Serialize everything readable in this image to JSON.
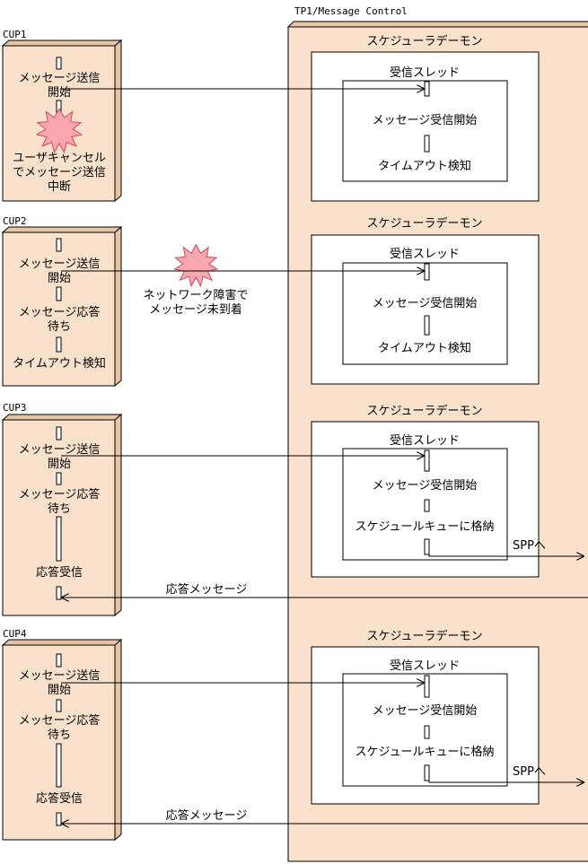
{
  "system": {
    "title": "TP1/Message Control"
  },
  "cups": [
    {
      "name": "CUP1",
      "start_line1": "メッセージ送信",
      "start_line2": "開始",
      "cancel_line1": "ユーザキャンセル",
      "cancel_line2": "でメッセージ送信",
      "cancel_line3": "中断"
    },
    {
      "name": "CUP2",
      "start_line1": "メッセージ送信",
      "start_line2": "開始",
      "wait_line1": "メッセージ応答",
      "wait_line2": "待ち",
      "timeout": "タイムアウト検知"
    },
    {
      "name": "CUP3",
      "start_line1": "メッセージ送信",
      "start_line2": "開始",
      "wait_line1": "メッセージ応答",
      "wait_line2": "待ち",
      "receive": "応答受信"
    },
    {
      "name": "CUP4",
      "start_line1": "メッセージ送信",
      "start_line2": "開始",
      "wait_line1": "メッセージ応答",
      "wait_line2": "待ち",
      "receive": "応答受信"
    }
  ],
  "daemons": [
    {
      "title": "スケジューラデーモン",
      "thread": "受信スレッド",
      "step1": "メッセージ受信開始",
      "step2": "タイムアウト検知"
    },
    {
      "title": "スケジューラデーモン",
      "thread": "受信スレッド",
      "step1": "メッセージ受信開始",
      "step2": "タイムアウト検知"
    },
    {
      "title": "スケジューラデーモン",
      "thread": "受信スレッド",
      "step1": "メッセージ受信開始",
      "step2": "スケジュールキューに格納",
      "spp": "SPPへ"
    },
    {
      "title": "スケジューラデーモン",
      "thread": "受信スレッド",
      "step1": "メッセージ受信開始",
      "step2": "スケジュールキューに格納",
      "spp": "SPPへ"
    }
  ],
  "network_fault": {
    "line1": "ネットワーク障害で",
    "line2": "メッセージ未到着"
  },
  "reply_messages": [
    "応答メッセージ",
    "応答メッセージ"
  ],
  "colors": {
    "box_fill": "#f9e1cc",
    "box_shadow": "#e6c4a4",
    "burst_fill": "#f9a7b0",
    "burst_stroke": "#d94a5c"
  }
}
